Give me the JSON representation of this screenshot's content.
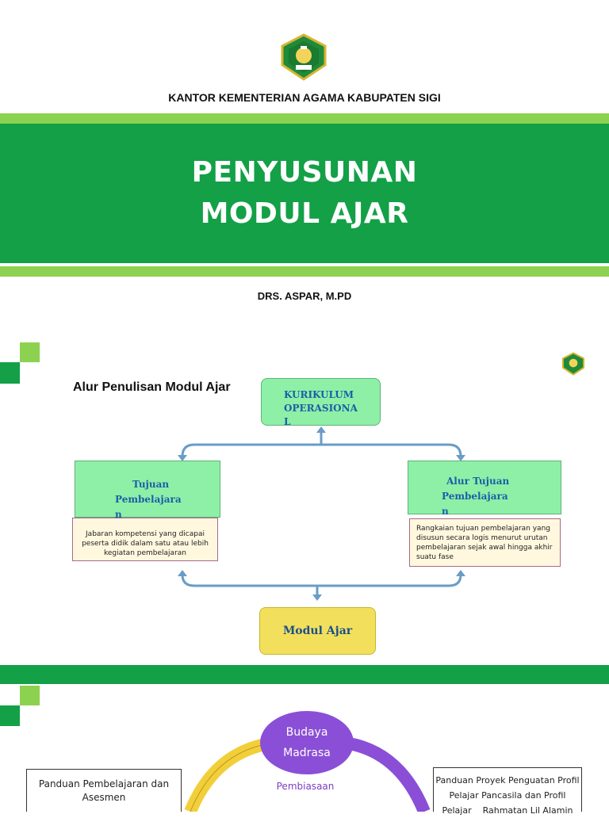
{
  "slide1": {
    "office": "KANTOR KEMENTERIAN AGAMA KABUPATEN SIGI",
    "title_line1": "PENYUSUNAN",
    "title_line2": "MODUL AJAR",
    "author": "DRS. ASPAR, M.PD"
  },
  "slide2": {
    "title": "Alur Penulisan Modul Ajar",
    "kurikulum": [
      "KURIKULUM",
      "OPERASIONA",
      "L"
    ],
    "tujuan": [
      "Tujuan",
      "Pembelajara",
      "n"
    ],
    "tujuan_note": [
      "Jabaran kompetensi yang dicapai",
      "peserta didik dalam satu atau lebih",
      "kegiatan pembelajaran"
    ],
    "alur": [
      "Alur Tujuan",
      "Pembelajara",
      "n"
    ],
    "alur_note": [
      "Rangkaian tujuan pembelajaran yang",
      "disusun secara logis menurut urutan",
      "pembelajaran sejak awal hingga akhir",
      "suatu fase"
    ],
    "modul": "Modul Ajar"
  },
  "slide3": {
    "budaya": [
      "Budaya",
      "Madrasa"
    ],
    "pembiasaan": "Pembiasaan",
    "left_box": [
      "Panduan Pembelajaran dan",
      "Asesmen"
    ],
    "right_box": [
      "Panduan Proyek Penguatan Profil",
      "Pelajar Pancasila dan Profil",
      "Pelajar    Rahmatan Lil Alamin"
    ]
  },
  "colors": {
    "green": "#13a047",
    "lime": "#8cd14f",
    "box_green": "#8ef0a6",
    "yellow": "#f2e05c",
    "purple": "#8a4fd6",
    "ring_yellow": "#f2cf3a"
  }
}
